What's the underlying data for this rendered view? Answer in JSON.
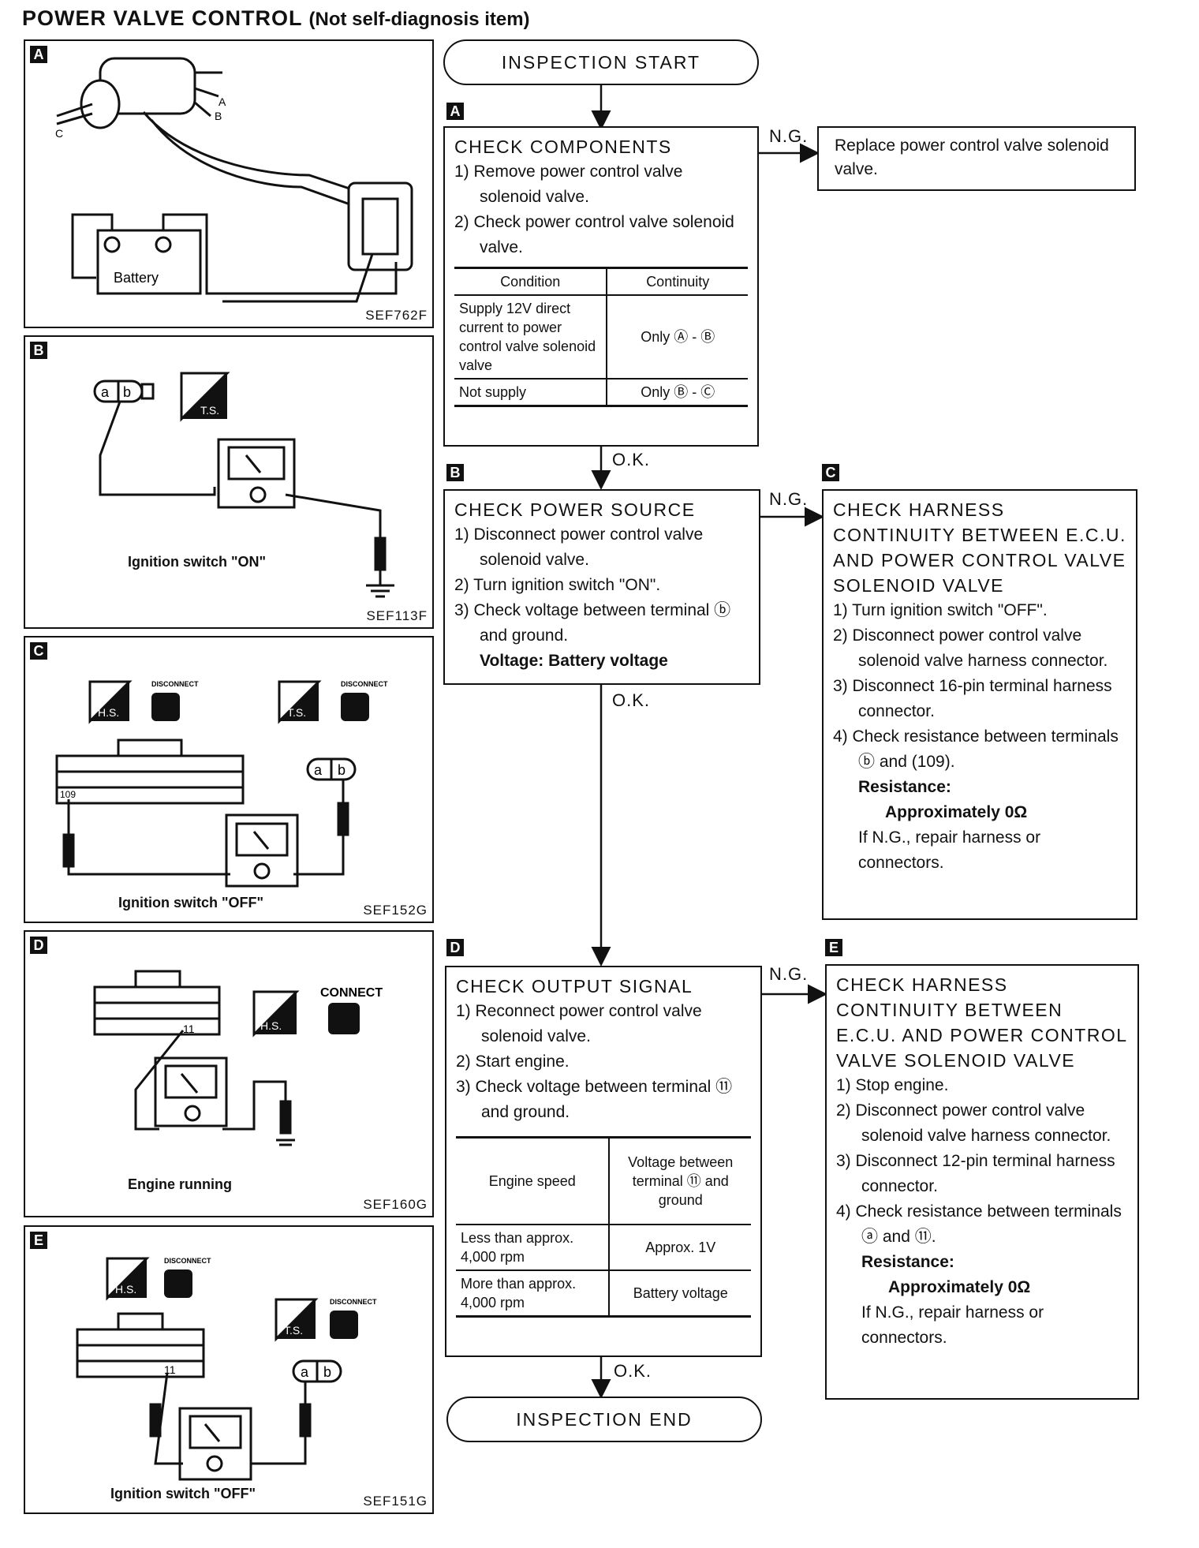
{
  "title": {
    "main": "POWER VALVE CONTROL",
    "sub": "(Not self-diagnosis item)"
  },
  "panels": {
    "a": {
      "tag": "A",
      "code": "SEF762F",
      "battery": "Battery",
      "pin_a": "A",
      "pin_b": "B",
      "pin_c": "C"
    },
    "b": {
      "tag": "B",
      "code": "SEF113F",
      "caption": "Ignition switch \"ON\"",
      "conn_a": "a",
      "conn_b": "b",
      "ts": "T.S."
    },
    "c": {
      "tag": "C",
      "code": "SEF152G",
      "caption": "Ignition switch \"OFF\"",
      "disconnect": "DISCONNECT",
      "hs": "H.S.",
      "ts": "T.S.",
      "pin": "109",
      "conn_a": "a",
      "conn_b": "b"
    },
    "d": {
      "tag": "D",
      "code": "SEF160G",
      "caption": "Engine running",
      "connect": "CONNECT",
      "hs": "H.S.",
      "pin": "11"
    },
    "e": {
      "tag": "E",
      "code": "SEF151G",
      "caption": "Ignition switch \"OFF\"",
      "disconnect": "DISCONNECT",
      "hs": "H.S.",
      "ts": "T.S.",
      "pin": "11",
      "conn_a": "a",
      "conn_b": "b"
    }
  },
  "flow": {
    "start": "INSPECTION START",
    "end": "INSPECTION END",
    "ng": "N.G.",
    "ok": "O.K.",
    "step_a": {
      "tag": "A",
      "heading": "CHECK COMPONENTS",
      "lines": [
        "1) Remove power control valve solenoid valve.",
        "2) Check power control valve solenoid valve."
      ],
      "table_headers": [
        "Condition",
        "Continuity"
      ],
      "table_rows": [
        [
          "Supply 12V direct current to power control valve solenoid valve",
          "Only Ⓐ - Ⓑ"
        ],
        [
          "Not supply",
          "Only Ⓑ - Ⓒ"
        ]
      ]
    },
    "step_a_ng": "Replace power control valve solenoid valve.",
    "step_b": {
      "tag": "B",
      "heading": "CHECK POWER SOURCE",
      "lines": [
        "1) Disconnect power control valve solenoid valve.",
        "2) Turn ignition switch \"ON\".",
        "3) Check voltage between terminal ⓑ and ground."
      ],
      "result": "Voltage: Battery voltage"
    },
    "step_c": {
      "tag": "C",
      "heading": "CHECK HARNESS CONTINUITY BETWEEN E.C.U. AND POWER CONTROL VALVE SOLENOID VALVE",
      "lines": [
        "1) Turn ignition switch \"OFF\".",
        "2) Disconnect power control valve solenoid valve harness connector.",
        "3) Disconnect 16-pin terminal harness connector.",
        "4) Check resistance between terminals ⓑ and (109)."
      ],
      "resistance_label": "Resistance:",
      "resistance_value": "Approximately 0Ω",
      "note": "If N.G., repair harness or connectors."
    },
    "step_d": {
      "tag": "D",
      "heading": "CHECK OUTPUT SIGNAL",
      "lines": [
        "1) Reconnect power control valve solenoid valve.",
        "2) Start engine.",
        "3) Check voltage between terminal ⑪ and ground."
      ],
      "table_headers": [
        "Engine speed",
        "Voltage between terminal ⑪ and ground"
      ],
      "table_rows": [
        [
          "Less than approx. 4,000 rpm",
          "Approx. 1V"
        ],
        [
          "More than approx. 4,000 rpm",
          "Battery voltage"
        ]
      ]
    },
    "step_e": {
      "tag": "E",
      "heading": "CHECK HARNESS CONTINUITY BETWEEN E.C.U. AND POWER CONTROL VALVE SOLENOID VALVE",
      "lines": [
        "1) Stop engine.",
        "2) Disconnect power control valve solenoid valve harness connector.",
        "3) Disconnect 12-pin terminal harness connector.",
        "4) Check resistance between terminals ⓐ and ⑪."
      ],
      "resistance_label": "Resistance:",
      "resistance_value": "Approximately 0Ω",
      "note": "If N.G., repair harness or connectors."
    }
  }
}
